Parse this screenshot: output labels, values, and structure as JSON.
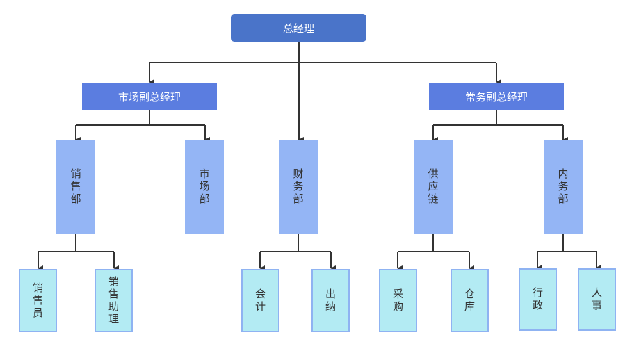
{
  "ceo": "总经理",
  "vp_market": "市场副总经理",
  "vp_exec": "常务副总经理",
  "departments": {
    "sales": "销售部",
    "market": "市场部",
    "finance": "财务部",
    "supply": "供应链",
    "internal": "内务部"
  },
  "roles": {
    "salesperson": "销售员",
    "sales_assistant": "销售助理",
    "accounting": "会计",
    "cashier": "出纳",
    "purchasing": "采购",
    "warehouse": "仓库",
    "admin": "行政",
    "hr": "人事"
  }
}
